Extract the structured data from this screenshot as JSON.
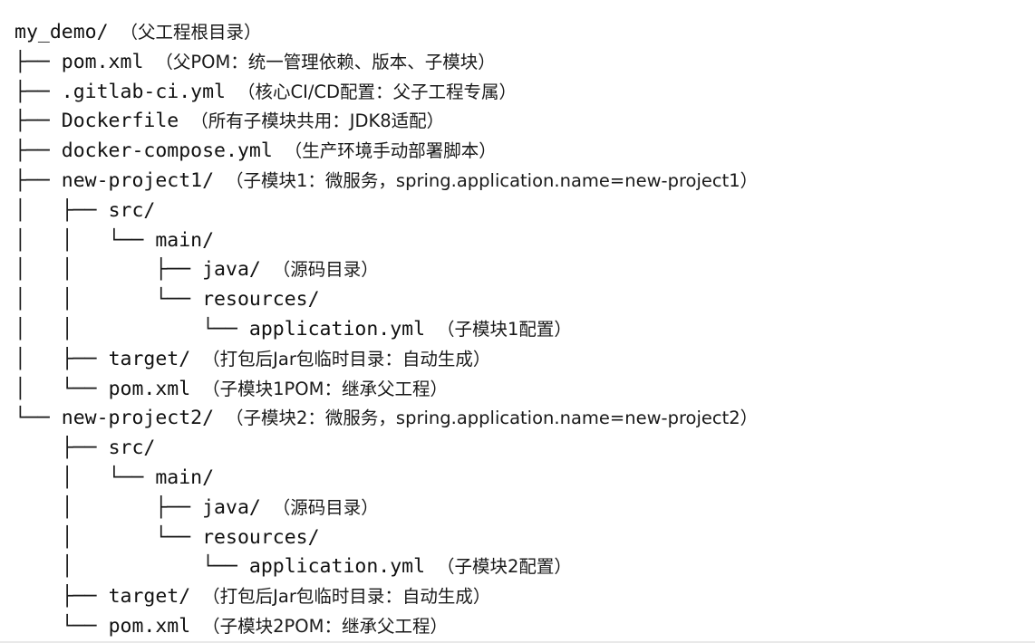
{
  "tree": {
    "rows": [
      {
        "guide": "",
        "name": "my_demo/",
        "note": "（父工程根目录）"
      },
      {
        "guide": "├── ",
        "name": "pom.xml",
        "note": "（父POM：统一管理依赖、版本、子模块）"
      },
      {
        "guide": "├── ",
        "name": ".gitlab-ci.yml",
        "note": "（核心CI/CD配置：父子工程专属）"
      },
      {
        "guide": "├── ",
        "name": "Dockerfile",
        "note": "（所有子模块共用：JDK8适配）"
      },
      {
        "guide": "├── ",
        "name": "docker-compose.yml",
        "note": "（生产环境手动部署脚本）"
      },
      {
        "guide": "├── ",
        "name": "new-project1/",
        "note": "（子模块1：微服务，spring.application.name=new-project1）"
      },
      {
        "guide": "│   ├── ",
        "name": "src/",
        "note": ""
      },
      {
        "guide": "│   │   └── ",
        "name": "main/",
        "note": ""
      },
      {
        "guide": "│   │       ├── ",
        "name": "java/",
        "note": "（源码目录）"
      },
      {
        "guide": "│   │       └── ",
        "name": "resources/",
        "note": ""
      },
      {
        "guide": "│   │           └── ",
        "name": "application.yml",
        "note": "（子模块1配置）"
      },
      {
        "guide": "│   ├── ",
        "name": "target/",
        "note": "（打包后Jar包临时目录：自动生成）"
      },
      {
        "guide": "│   └── ",
        "name": "pom.xml",
        "note": "（子模块1POM：继承父工程）"
      },
      {
        "guide": "└── ",
        "name": "new-project2/",
        "note": "（子模块2：微服务，spring.application.name=new-project2）"
      },
      {
        "guide": "    ├── ",
        "name": "src/",
        "note": ""
      },
      {
        "guide": "    │   └── ",
        "name": "main/",
        "note": ""
      },
      {
        "guide": "    │       ├── ",
        "name": "java/",
        "note": "（源码目录）"
      },
      {
        "guide": "    │       └── ",
        "name": "resources/",
        "note": ""
      },
      {
        "guide": "    │           └── ",
        "name": "application.yml",
        "note": "（子模块2配置）"
      },
      {
        "guide": "    ├── ",
        "name": "target/",
        "note": "（打包后Jar包临时目录：自动生成）"
      },
      {
        "guide": "    └── ",
        "name": "pom.xml",
        "note": "（子模块2POM：继承父工程）"
      }
    ]
  }
}
